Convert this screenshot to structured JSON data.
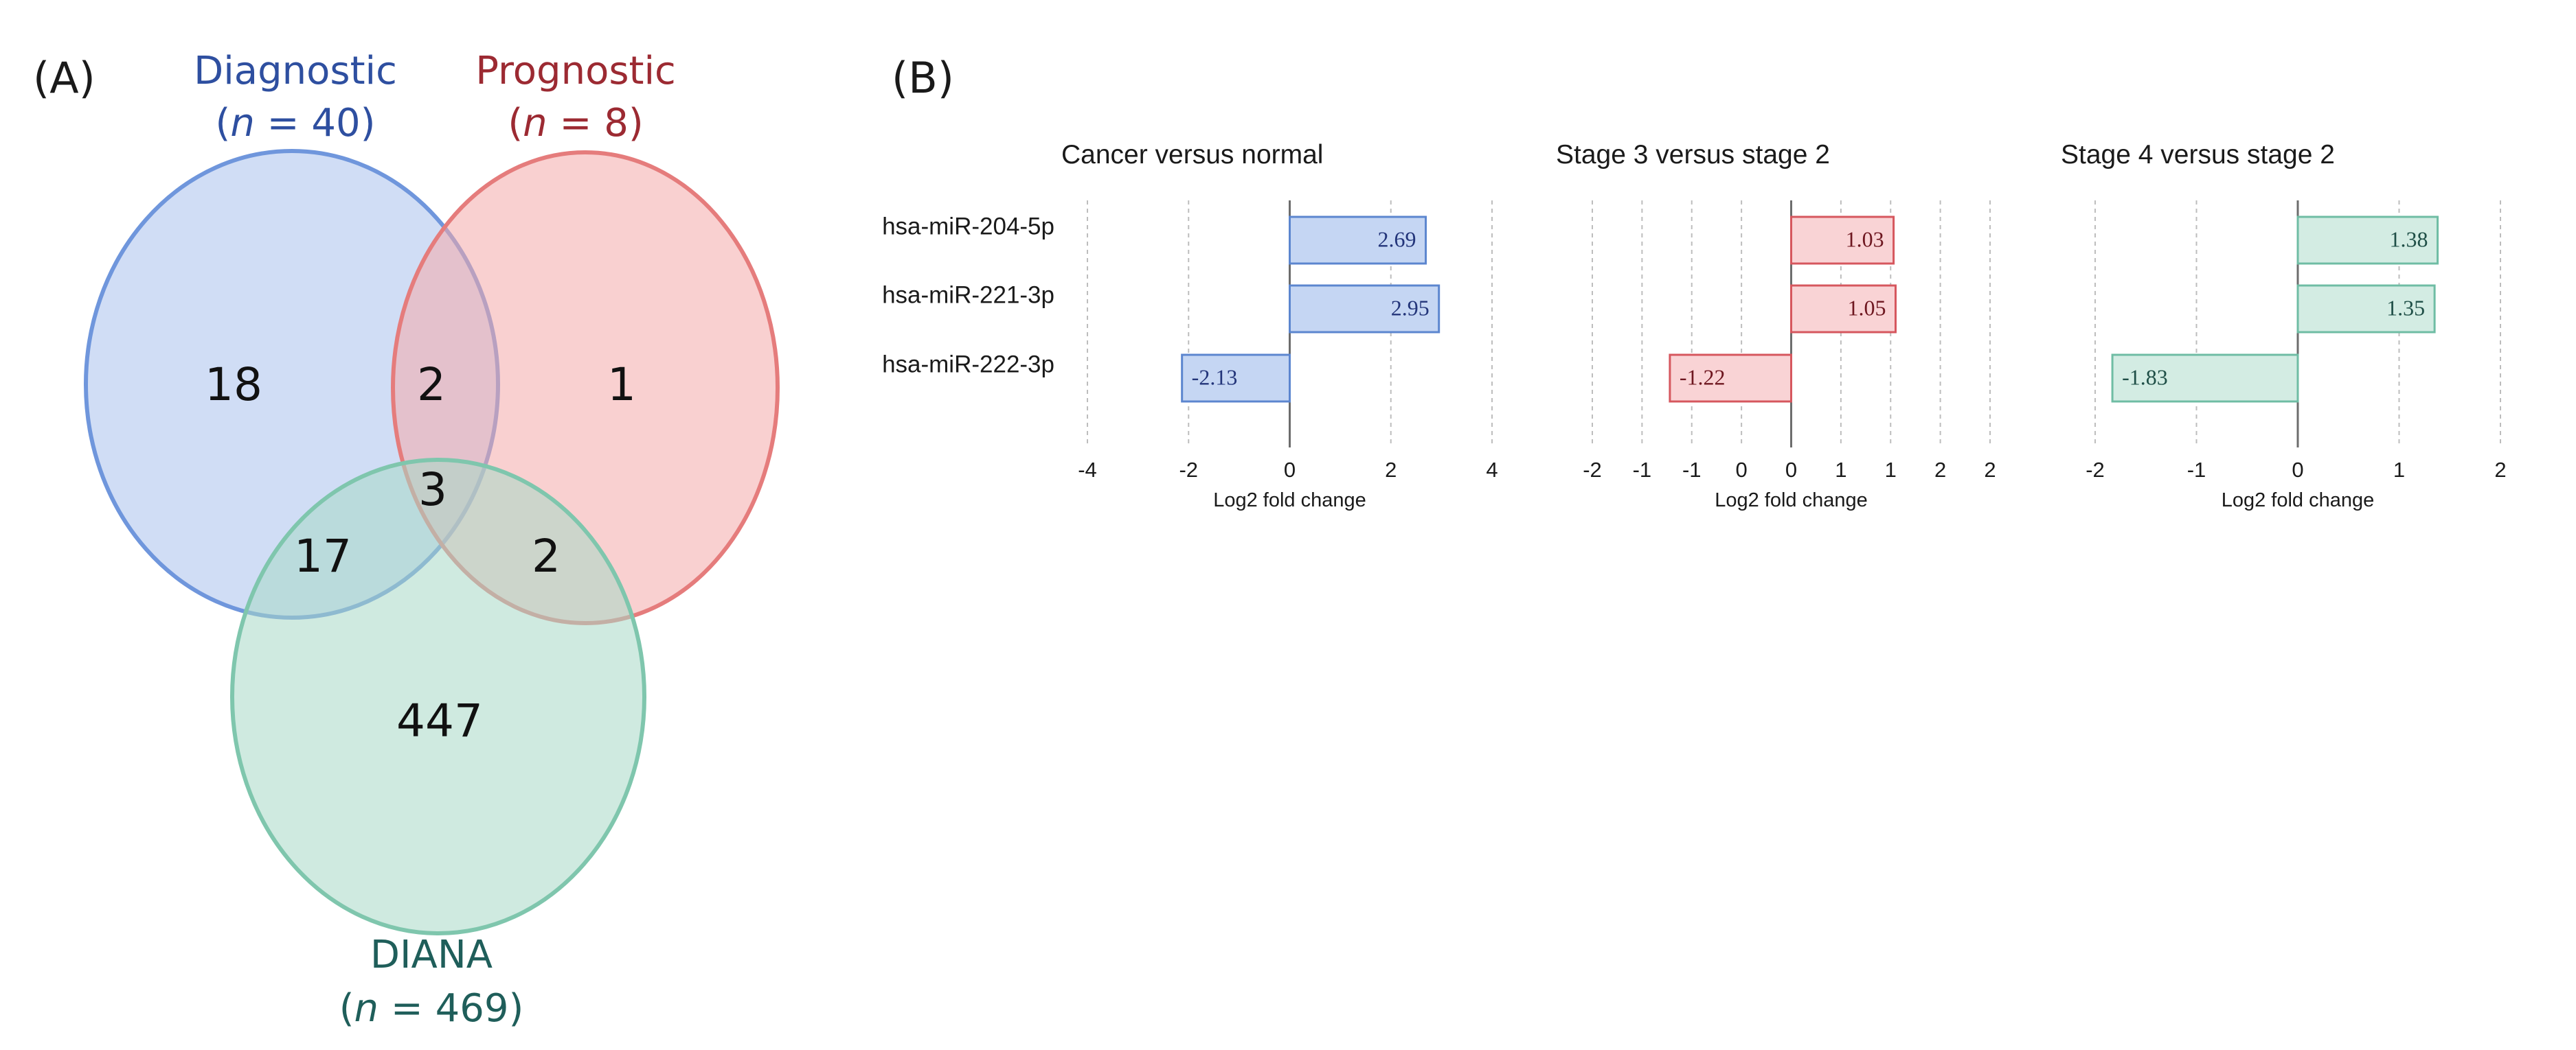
{
  "panels": {
    "a_label": "(A)",
    "b_label": "(B)"
  },
  "venn": {
    "sets": [
      {
        "title": "Diagnostic",
        "n_prefix": "(",
        "n_symbol": "n",
        "n_suffix": " = 40)",
        "size": 40,
        "stroke": "#6f96dc",
        "fill": "#a9c1ec",
        "text_color": "#2e4fa0"
      },
      {
        "title": "Prognostic",
        "n_prefix": "(",
        "n_symbol": "n",
        "n_suffix": " = 8)",
        "size": 8,
        "stroke": "#e57c7c",
        "fill": "#f4aaaa",
        "text_color": "#9c2a32"
      },
      {
        "title": "DIANA",
        "n_prefix": "(",
        "n_symbol": "n",
        "n_suffix": " = 469)",
        "size": 469,
        "stroke": "#7fc6ad",
        "fill": "#a8d9c6",
        "text_color": "#1f5e5a"
      }
    ],
    "regions": {
      "diagnostic_only": "18",
      "diagnostic_prognostic": "2",
      "prognostic_only": "1",
      "all_three": "3",
      "diagnostic_diana": "17",
      "prognostic_diana": "2",
      "diana_only": "447"
    }
  },
  "chart_data": [
    {
      "type": "bar",
      "orientation": "horizontal",
      "title": "Cancer versus normal",
      "xlabel": "Log2 fold change",
      "categories": [
        "hsa-miR-204-5p",
        "hsa-miR-221-3p",
        "hsa-miR-222-3p"
      ],
      "values": [
        2.69,
        2.95,
        -2.13
      ],
      "value_labels": [
        "2.69",
        "2.95",
        "-2.13"
      ],
      "xlim": [
        -4,
        4
      ],
      "xticks": [
        -4,
        -2,
        0,
        2,
        4
      ],
      "xtick_labels": [
        "-4",
        "-2",
        "0",
        "2",
        "4"
      ],
      "grid": "vertical dashed",
      "bar_color": "#c5d6f3",
      "bar_stroke": "#5c86cf",
      "label_color": "#23357a"
    },
    {
      "type": "bar",
      "orientation": "horizontal",
      "title": "Stage 3 versus stage 2",
      "xlabel": "Log2 fold change",
      "categories": [
        "hsa-miR-204-5p",
        "hsa-miR-221-3p",
        "hsa-miR-222-3p"
      ],
      "values": [
        1.03,
        1.05,
        -1.22
      ],
      "value_labels": [
        "1.03",
        "1.05",
        "-1.22"
      ],
      "xlim": [
        -2,
        2
      ],
      "xticks": [
        -2,
        -1.5,
        -1,
        -0.5,
        0,
        0.5,
        1,
        1.5,
        2
      ],
      "xtick_labels": [
        "-2",
        "-1",
        "-1",
        "0",
        "0",
        "1",
        "1",
        "2",
        "2"
      ],
      "grid": "vertical dashed",
      "bar_color": "#f9d3d5",
      "bar_stroke": "#d6575e",
      "label_color": "#6e1720"
    },
    {
      "type": "bar",
      "orientation": "horizontal",
      "title": "Stage 4 versus stage 2",
      "xlabel": "Log2 fold change",
      "categories": [
        "hsa-miR-204-5p",
        "hsa-miR-221-3p",
        "hsa-miR-222-3p"
      ],
      "values": [
        1.38,
        1.35,
        -1.83
      ],
      "value_labels": [
        "1.38",
        "1.35",
        "-1.83"
      ],
      "xlim": [
        -2,
        2
      ],
      "xticks": [
        -2,
        -1,
        0,
        1,
        2
      ],
      "xtick_labels": [
        "-2",
        "-1",
        "0",
        "1",
        "2"
      ],
      "grid": "vertical dashed",
      "bar_color": "#d3ece3",
      "bar_stroke": "#6fbda4",
      "label_color": "#1f4f47"
    }
  ]
}
